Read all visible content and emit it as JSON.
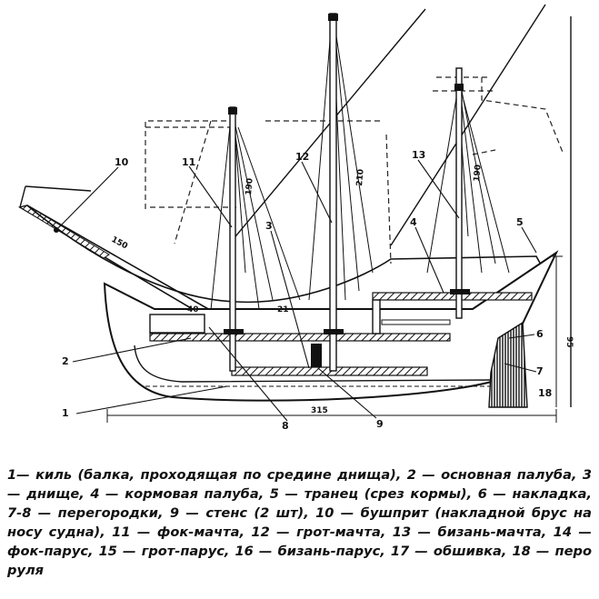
{
  "callouts": [
    "1",
    "2",
    "3",
    "4",
    "5",
    "6",
    "7",
    "8",
    "9",
    "10",
    "11",
    "12",
    "13",
    "18"
  ],
  "dimensions": {
    "length": "315",
    "height": "95",
    "bowsprit": "150",
    "foremast": "190",
    "mainmast": "210",
    "mizzen": "190",
    "small_a": "40",
    "small_b": "21"
  },
  "caption": "1— киль (балка, проходящая по средине днища), 2 — основная палуба, 3 — днище, 4 — кормовая палуба, 5 — транец (срез кормы), 6 — накладка, 7-8 — перегородки, 9 — стенс (2 шт), 10 — бушприт (накладной брус на носу судна), 11 — фок-мачта, 12 — грот-мачта, 13 — бизань-мачта, 14 — фок-парус, 15 — грот-парус, 16 — бизань-парус, 17 — обшивка, 18 — перо руля"
}
